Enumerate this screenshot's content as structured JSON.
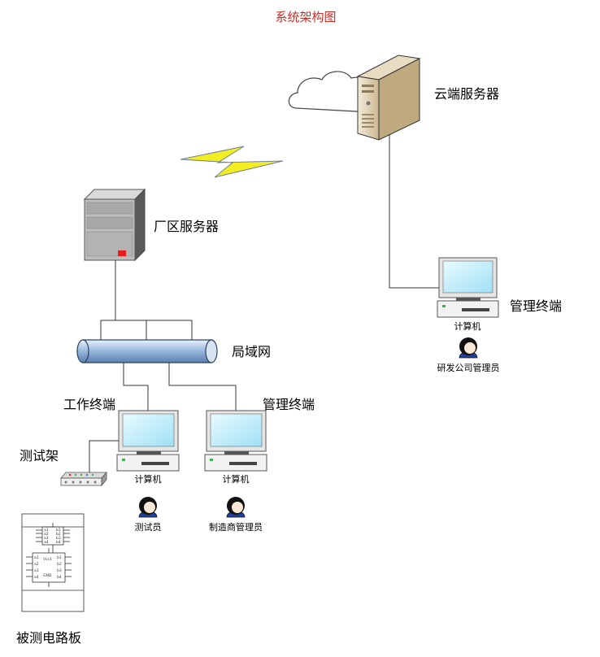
{
  "title": "系统架构图",
  "nodes": {
    "cloud_server": {
      "label": "云端服务器",
      "icon": "cloud-server-icon"
    },
    "factory_server": {
      "label": "厂区服务器",
      "icon": "server-tower-icon"
    },
    "lan": {
      "label": "局域网",
      "icon": "network-bus-icon"
    },
    "work_terminal": {
      "label": "工作终端",
      "computer_label": "计算机",
      "user_label": "测试员"
    },
    "mgmt_terminal_local": {
      "label": "管理终端",
      "computer_label": "计算机",
      "user_label": "制造商管理员"
    },
    "mgmt_terminal_remote": {
      "label": "管理终端",
      "computer_label": "计算机",
      "user_label": "研发公司管理员"
    },
    "test_rack": {
      "label": "测试架",
      "icon": "test-rack-icon"
    },
    "circuit_board": {
      "label": "被测电路板",
      "icon": "circuit-board-icon"
    }
  },
  "colors": {
    "title": "#c0302a",
    "lightning": "#f2ee22",
    "screen": "#bfeefb",
    "lan_pipe": "#8fb2d8",
    "server_led": "#e81c1c"
  }
}
